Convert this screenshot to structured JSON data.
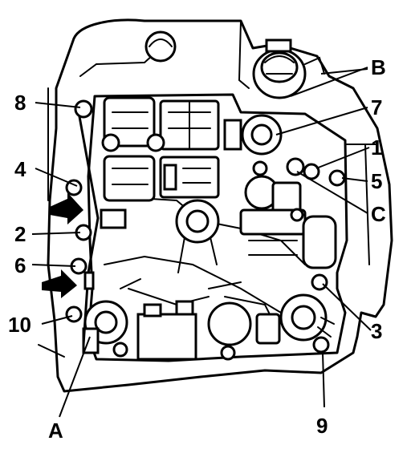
{
  "callouts": {
    "n1": "1",
    "n2": "2",
    "n3": "3",
    "n4": "4",
    "n5": "5",
    "n6": "6",
    "n7": "7",
    "n8": "8",
    "n9": "9",
    "n10": "10",
    "A": "A",
    "B": "B",
    "C": "C"
  },
  "colors": {
    "ink": "#000000",
    "paper": "#ffffff"
  }
}
